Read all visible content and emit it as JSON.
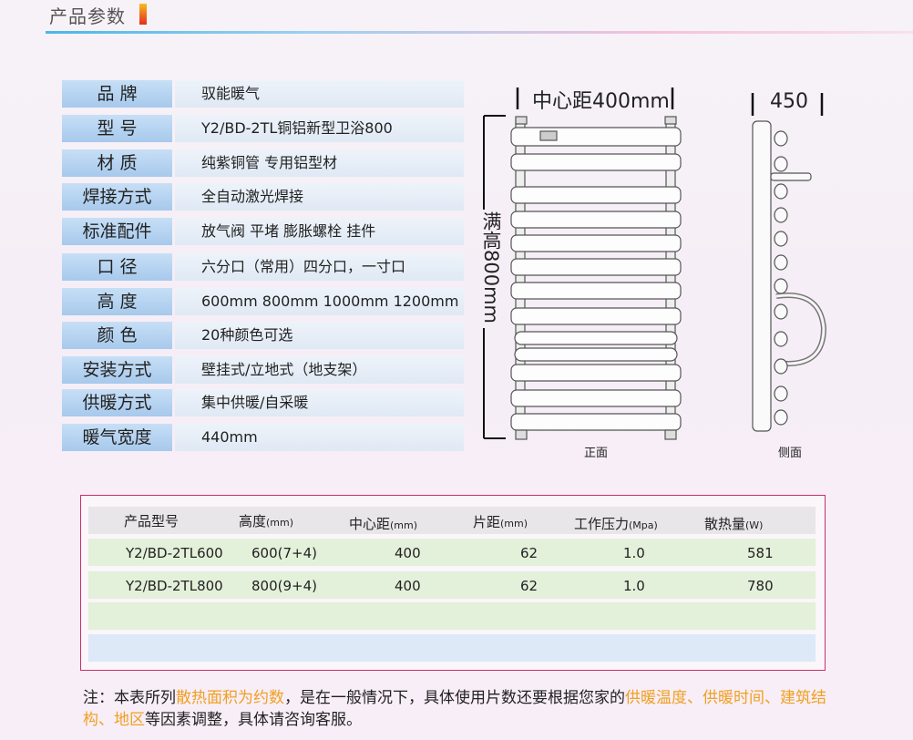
{
  "header": {
    "title": "产品参数"
  },
  "specs": [
    {
      "label": "品 牌",
      "value": "驭能暖气"
    },
    {
      "label": "型 号",
      "value": "Y2/BD-2TL铜铝新型卫浴800"
    },
    {
      "label": "材 质",
      "value": "纯紫铜管  专用铝型材"
    },
    {
      "label": "焊接方式",
      "value": "全自动激光焊接"
    },
    {
      "label": "标准配件",
      "value": "放气阀 平堵 膨胀螺栓 挂件"
    },
    {
      "label": "口 径",
      "value": "六分口（常用）四分口，一寸口"
    },
    {
      "label": "高 度",
      "value": "600mm 800mm 1000mm 1200mm"
    },
    {
      "label": "颜 色",
      "value": "20种颜色可选"
    },
    {
      "label": "安装方式",
      "value": "壁挂式/立地式（地支架）"
    },
    {
      "label": "供暖方式",
      "value": "集中供暖/自采暖"
    },
    {
      "label": "暖气宽度",
      "value": "440mm"
    }
  ],
  "drawing": {
    "center_distance": "中心距400mm",
    "full_height": "满高800mm",
    "depth": "450",
    "front_caption": "正面",
    "side_caption": "侧面"
  },
  "model_table": {
    "headers": [
      {
        "main": "产品型号",
        "unit": ""
      },
      {
        "main": "高度",
        "unit": "(mm)"
      },
      {
        "main": "中心距",
        "unit": "(mm)"
      },
      {
        "main": "片距",
        "unit": "(mm)"
      },
      {
        "main": "工作压力",
        "unit": "(Mpa)"
      },
      {
        "main": "散热量",
        "unit": "(W)"
      }
    ],
    "rows": [
      {
        "model": "Y2/BD-2TL600",
        "height": "600(7+4)",
        "center": "400",
        "pitch": "62",
        "pressure": "1.0",
        "heat": "581"
      },
      {
        "model": "Y2/BD-2TL800",
        "height": "800(9+4)",
        "center": "400",
        "pitch": "62",
        "pressure": "1.0",
        "heat": "780"
      }
    ]
  },
  "note": {
    "prefix": "注：本表所列",
    "hl1": "散热面积为约数",
    "mid": "，是在一般情况下，具体使用片数还要根据您家的",
    "hl2": "供暖温度、供暖时间、建筑结构、地区",
    "suffix": "等因素调整，具体请咨询客服。"
  },
  "colors": {
    "label_bg": "#b4d1ef",
    "value_bg": "#e6eef7",
    "frame": "#c8306a",
    "highlight": "#f0a020"
  }
}
